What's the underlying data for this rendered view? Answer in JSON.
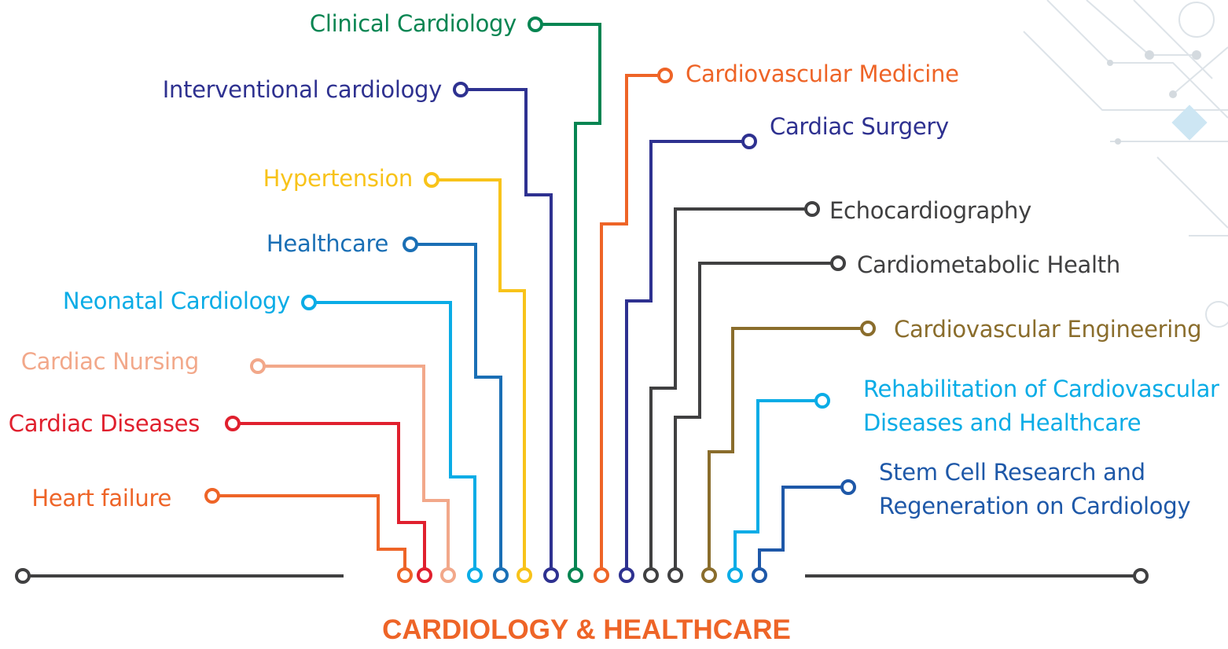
{
  "title": "CARDIOLOGY & HEALTHCARE",
  "colors": {
    "green": "#078552",
    "navy": "#2e3190",
    "orange": "#ee6427",
    "yellow": "#f8c31a",
    "blue": "#1a6fb5",
    "cyan": "#0aace6",
    "salmon": "#f2a88a",
    "red": "#e0202e",
    "gray": "#404041",
    "olive": "#8a6d2c",
    "royal": "#1e58a8"
  },
  "topics": [
    {
      "id": "heart-failure",
      "label": "Heart failure",
      "color": "#ee6427"
    },
    {
      "id": "cardiac-diseases",
      "label": "Cardiac Diseases",
      "color": "#e0202e"
    },
    {
      "id": "cardiac-nursing",
      "label": "Cardiac Nursing",
      "color": "#f2a88a"
    },
    {
      "id": "neonatal-cardiology",
      "label": "Neonatal Cardiology",
      "color": "#0aace6"
    },
    {
      "id": "healthcare",
      "label": "Healthcare",
      "color": "#1a6fb5"
    },
    {
      "id": "hypertension",
      "label": "Hypertension",
      "color": "#f8c31a"
    },
    {
      "id": "interventional-cardiology",
      "label": "Interventional cardiology",
      "color": "#2e3190"
    },
    {
      "id": "clinical-cardiology",
      "label": "Clinical Cardiology",
      "color": "#078552"
    },
    {
      "id": "cardiovascular-medicine",
      "label": "Cardiovascular Medicine",
      "color": "#ee6427"
    },
    {
      "id": "cardiac-surgery",
      "label": "Cardiac Surgery",
      "color": "#2e3190"
    },
    {
      "id": "echocardiography",
      "label": "Echocardiography",
      "color": "#404041"
    },
    {
      "id": "cardiometabolic-health",
      "label": "Cardiometabolic Health",
      "color": "#404041"
    },
    {
      "id": "cardiovascular-engineering",
      "label": "Cardiovascular Engineering",
      "color": "#8a6d2c"
    },
    {
      "id": "rehabilitation",
      "label_line1": "Rehabilitation of Cardiovascular",
      "label_line2": "Diseases and Healthcare",
      "color": "#0aace6"
    },
    {
      "id": "stem-cell",
      "label_line1": "Stem Cell Research and",
      "label_line2": "Regeneration on Cardiology",
      "color": "#1e58a8"
    }
  ],
  "baseline_color": "#404041"
}
